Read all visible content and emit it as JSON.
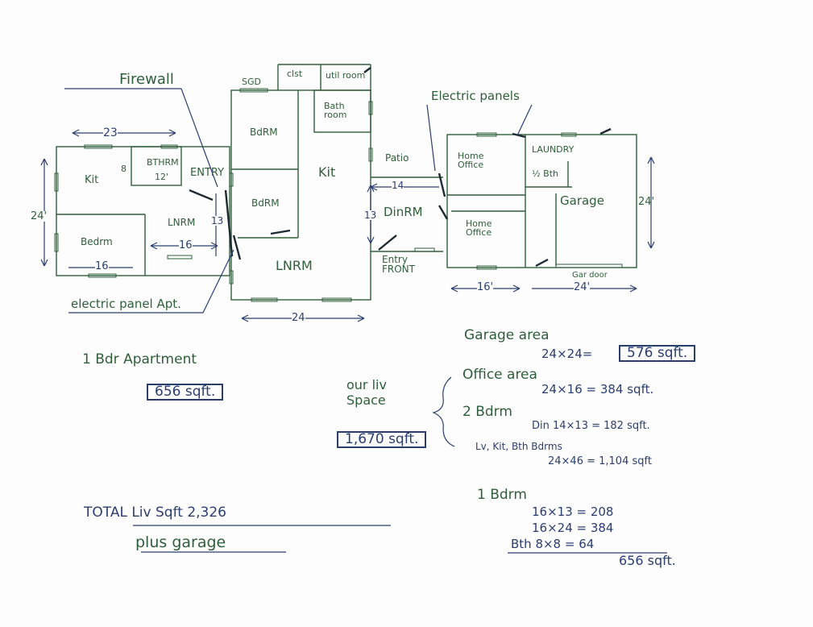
{
  "labels": {
    "firewall": "Firewall",
    "sgd": "SGD",
    "clst": "clst",
    "util_room": "util room",
    "bath_room": "Bath room",
    "bdrm_1": "BdRM",
    "bdrm_2": "BdRM",
    "kit_main": "Kit",
    "electric_panels": "Electric panels",
    "patio": "Patio",
    "home_office_1": "Home Office",
    "home_office_2": "Home Office",
    "laundry": "LAUNDRY",
    "half_bath": "½ Bth",
    "garage": "Garage",
    "dim_24_garage": "24'",
    "apt_23": "23",
    "apt_kit": "Kit",
    "apt_bthrm": "BTHRM",
    "apt_bthrm_8": "8",
    "apt_bthrm_12": "12'",
    "entry": "ENTRY",
    "apt_24": "24'",
    "apt_lnrm": "LNRM",
    "apt_13": "13",
    "apt_bedrm": "Bedrm",
    "apt_16_a": "16",
    "apt_16_b": "16",
    "electric_panel_apt": "electric panel Apt.",
    "dim_14": "14",
    "dim_13": "13",
    "dinrm": "DinRM",
    "entry_front": "Entry FRONT",
    "lnrm": "LNRM",
    "dim_24_bottom": "24",
    "dim_16_office": "16'",
    "dim_24_garage_bottom": "24'",
    "gar_door": "Gar door"
  },
  "notes": {
    "apt_title": "1 Bdr Apartment",
    "apt_sqft": "656 sqft.",
    "our_liv_space": "our liv Space",
    "our_liv_total": "1,670 sqft.",
    "garage_area": "Garage area",
    "garage_calc": "24×24=",
    "garage_sqft": "576 sqft.",
    "office_area": "Office area",
    "office_calc": "24×16 = 384 sqft.",
    "two_bdrm": "2 Bdrm",
    "din_calc": "Din 14×13 = 182 sqft.",
    "lv_list": "Lv, Kit, Bth Bdrms",
    "lv_calc": "24×46 = 1,104 sqft",
    "total_liv": "TOTAL Liv Sqft  2,326",
    "plus_garage": "plus garage",
    "one_bdrm": "1 Bdrm",
    "calc_1": "16×13  = 208",
    "calc_2": "16×24  = 384",
    "calc_3": "Bth 8×8   = 64",
    "calc_total": "656 sqft."
  },
  "colors": {
    "ink_green": "#2f5f3a",
    "ink_blue": "#2b3e70",
    "ink_dark": "#1e2a33"
  }
}
